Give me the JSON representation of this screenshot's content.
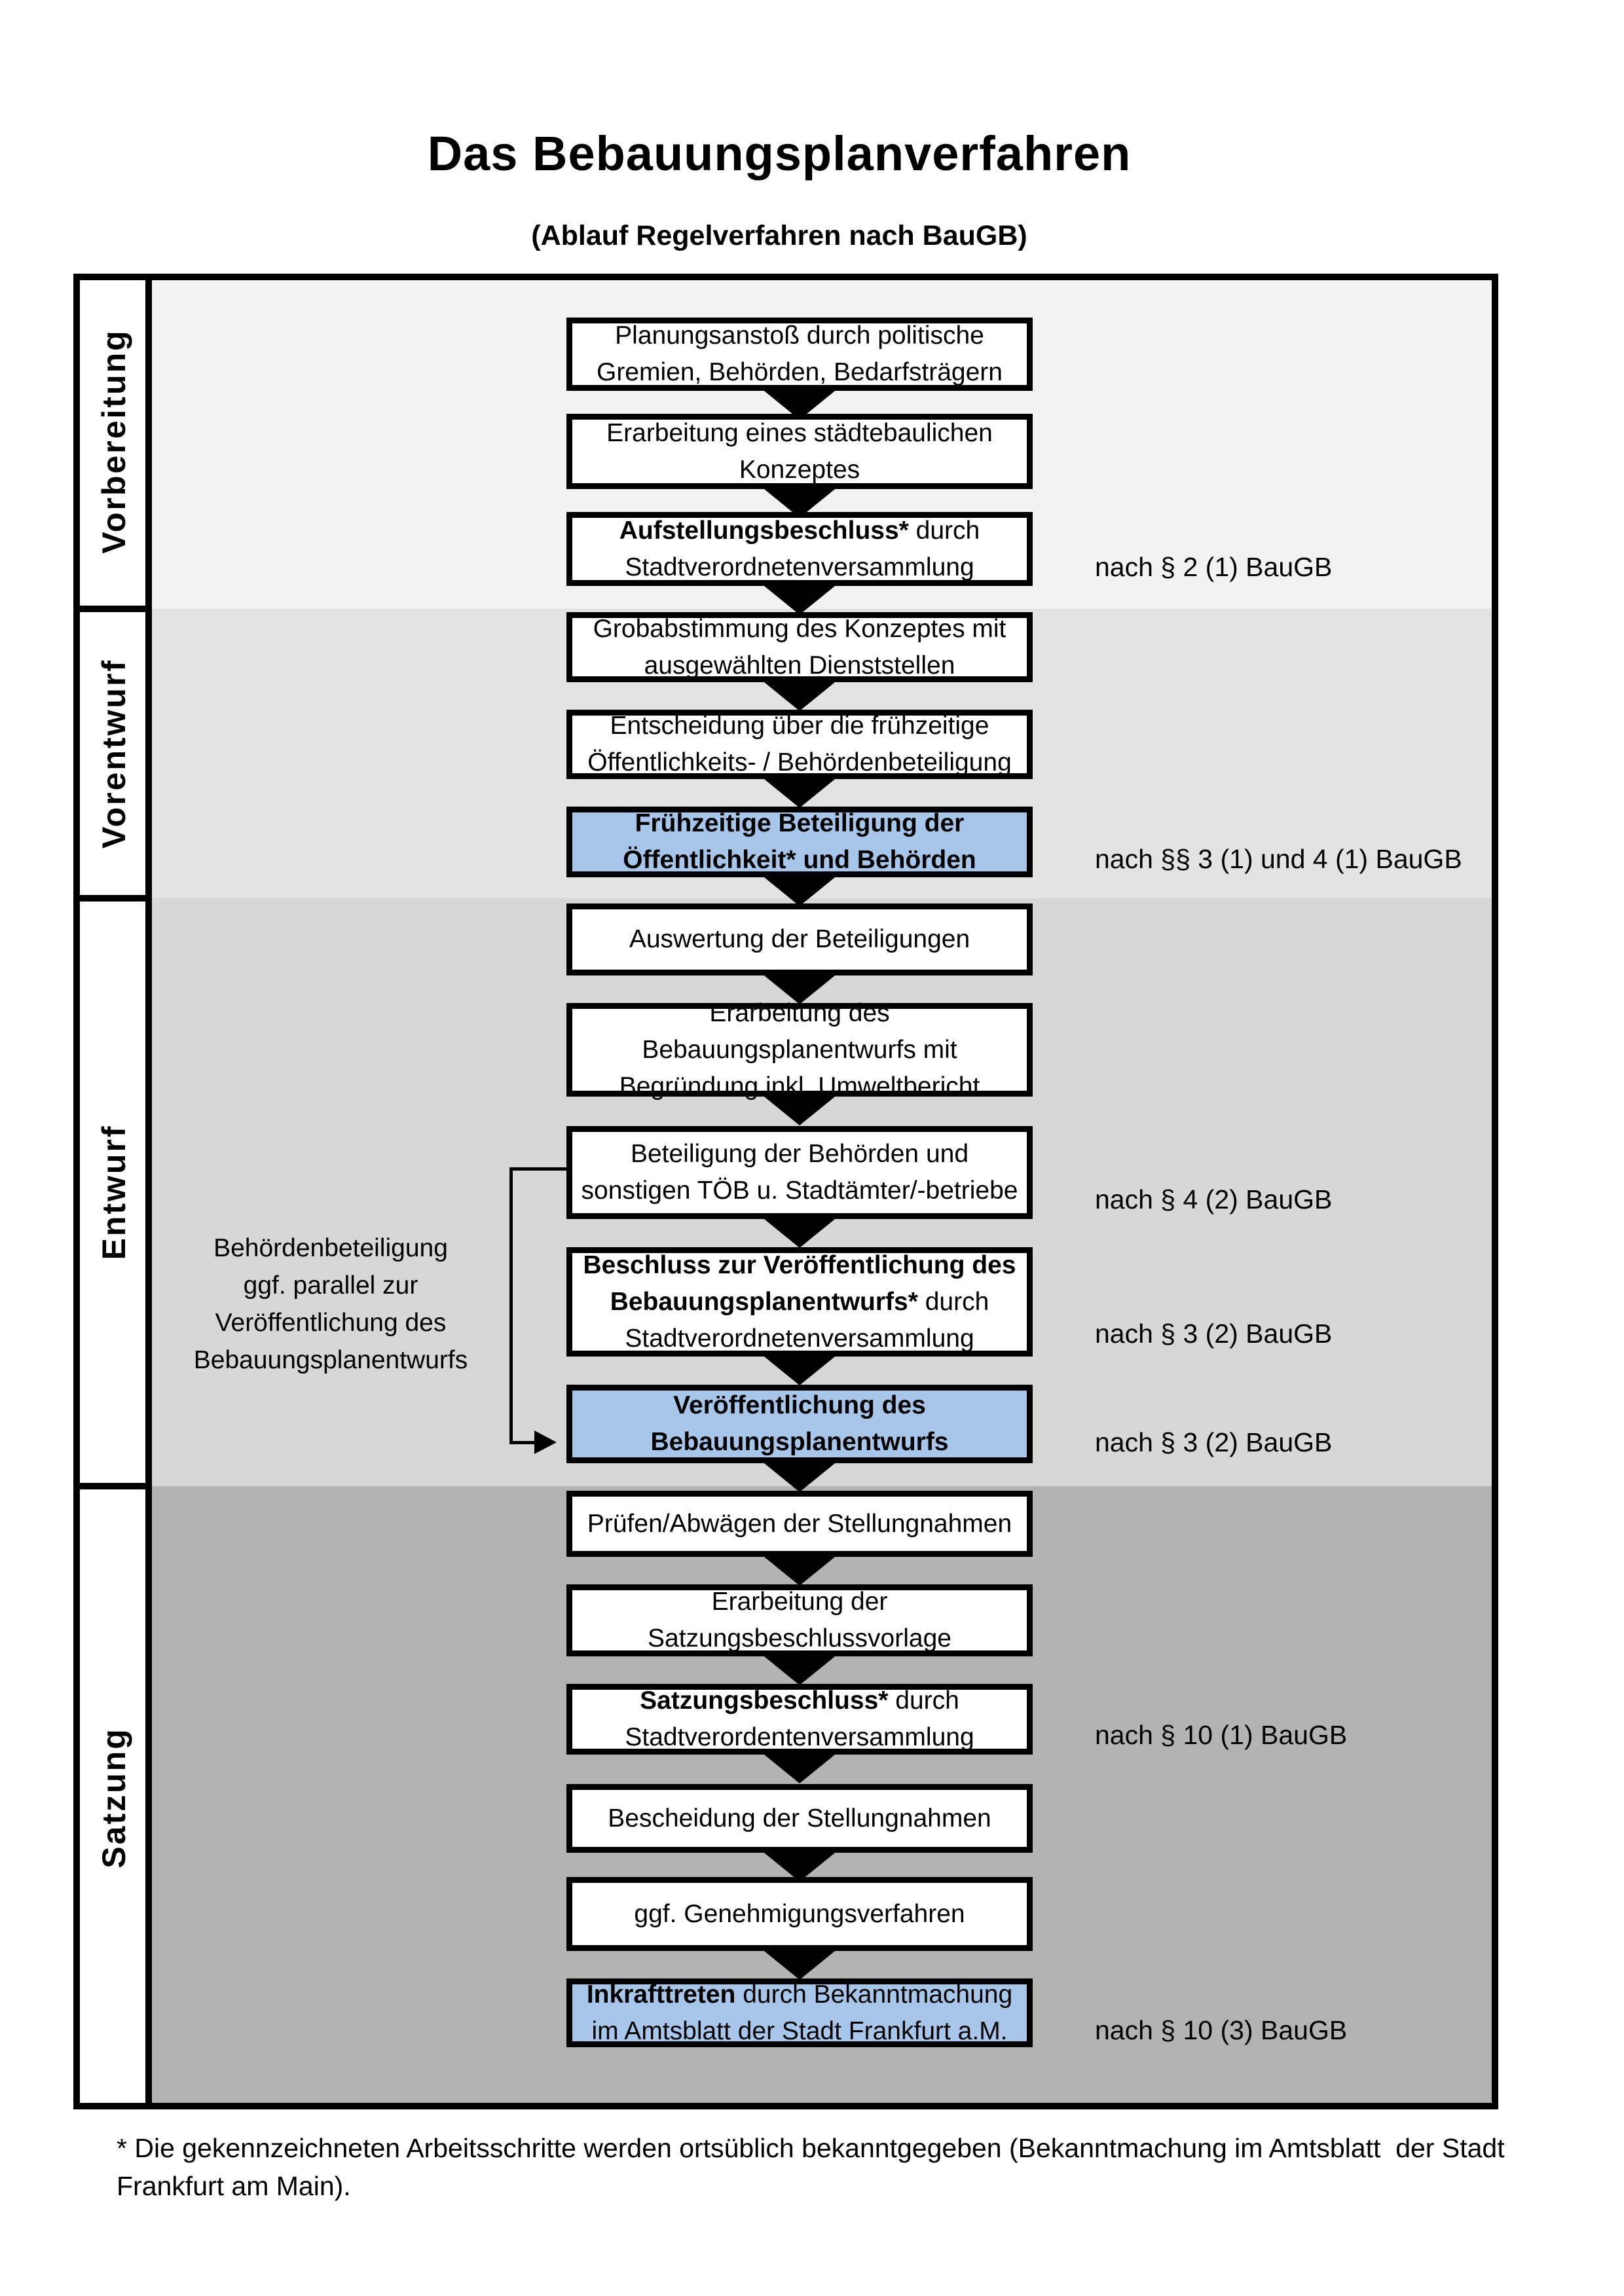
{
  "title": "Das Bebauungsplanverfahren",
  "subtitle": "(Ablauf Regelverfahren nach BauGB)",
  "colors": {
    "highlight_blue": "#a7c6e9",
    "border_black": "#000000",
    "section_bgs": [
      "#f2f2f2",
      "#e3e3e3",
      "#d7d7d7",
      "#b3b3b3"
    ]
  },
  "sections": [
    {
      "label": "Vorbereitung"
    },
    {
      "label": "Vorentwurf"
    },
    {
      "label": "Entwurf"
    },
    {
      "label": "Satzung"
    }
  ],
  "boxes": [
    {
      "highlighted": false,
      "lines": [
        [
          {
            "t": "Planungsanstoß durch politische"
          }
        ],
        [
          {
            "t": "Gremien, Behörden, Bedarfsträgern"
          }
        ]
      ]
    },
    {
      "highlighted": false,
      "lines": [
        [
          {
            "t": "Erarbeitung eines städtebaulichen"
          }
        ],
        [
          {
            "t": "Konzeptes"
          }
        ]
      ]
    },
    {
      "highlighted": false,
      "lines": [
        [
          {
            "t": "Aufstellungsbeschluss*",
            "b": true
          },
          {
            "t": " durch"
          }
        ],
        [
          {
            "t": "Stadtverordnetenversammlung"
          }
        ]
      ]
    },
    {
      "highlighted": false,
      "lines": [
        [
          {
            "t": "Grobabstimmung des Konzeptes mit"
          }
        ],
        [
          {
            "t": "ausgewählten Dienststellen"
          }
        ]
      ]
    },
    {
      "highlighted": false,
      "lines": [
        [
          {
            "t": "Entscheidung über die frühzeitige"
          }
        ],
        [
          {
            "t": "Öffentlichkeits- / Behördenbeteiligung"
          }
        ]
      ]
    },
    {
      "highlighted": true,
      "lines": [
        [
          {
            "t": "Frühzeitige Beteiligung der",
            "b": true
          }
        ],
        [
          {
            "t": "Öffentlichkeit* und Behörden",
            "b": true
          }
        ]
      ]
    },
    {
      "highlighted": false,
      "lines": [
        [
          {
            "t": "Auswertung der Beteiligungen"
          }
        ]
      ]
    },
    {
      "highlighted": false,
      "lines": [
        [
          {
            "t": "Erarbeitung des"
          }
        ],
        [
          {
            "t": "Bebauungsplanentwurfs mit"
          }
        ],
        [
          {
            "t": "Begründung inkl. Umweltbericht"
          }
        ]
      ]
    },
    {
      "highlighted": false,
      "lines": [
        [
          {
            "t": "Beteiligung der Behörden und"
          }
        ],
        [
          {
            "t": "sonstigen TÖB u. Stadtämter/-betriebe"
          }
        ]
      ]
    },
    {
      "highlighted": false,
      "lines": [
        [
          {
            "t": "Beschluss zur Veröffentlichung des",
            "b": true
          }
        ],
        [
          {
            "t": "Bebauungsplanentwurfs*",
            "b": true
          },
          {
            "t": " durch"
          }
        ],
        [
          {
            "t": "Stadtverordnetenversammlung"
          }
        ]
      ]
    },
    {
      "highlighted": true,
      "lines": [
        [
          {
            "t": "Veröffentlichung des",
            "b": true
          }
        ],
        [
          {
            "t": "Bebauungsplanentwurfs",
            "b": true
          }
        ]
      ]
    },
    {
      "highlighted": false,
      "lines": [
        [
          {
            "t": "Prüfen/Abwägen der Stellungnahmen"
          }
        ]
      ]
    },
    {
      "highlighted": false,
      "lines": [
        [
          {
            "t": "Erarbeitung der"
          }
        ],
        [
          {
            "t": "Satzungsbeschlussvorlage"
          }
        ]
      ]
    },
    {
      "highlighted": false,
      "lines": [
        [
          {
            "t": "Satzungsbeschluss*",
            "b": true
          },
          {
            "t": " durch"
          }
        ],
        [
          {
            "t": "Stadtverordentenversammlung"
          }
        ]
      ]
    },
    {
      "highlighted": false,
      "lines": [
        [
          {
            "t": "Bescheidung der Stellungnahmen"
          }
        ]
      ]
    },
    {
      "highlighted": false,
      "lines": [
        [
          {
            "t": "ggf. Genehmigungsverfahren"
          }
        ]
      ]
    },
    {
      "highlighted": true,
      "lines": [
        [
          {
            "t": "Inkrafttreten",
            "b": true
          },
          {
            "t": " durch Bekanntmachung"
          }
        ],
        [
          {
            "t": "im Amtsblatt der Stadt Frankfurt a.M."
          }
        ]
      ]
    }
  ],
  "right_annotations": [
    {
      "text": "nach § 2 (1) BauGB"
    },
    {
      "text": "nach §§ 3 (1) und 4 (1) BauGB"
    },
    {
      "text": "nach § 4 (2) BauGB"
    },
    {
      "text": "nach § 3 (2) BauGB"
    },
    {
      "text": "nach § 3 (2) BauGB"
    },
    {
      "text": "nach § 10 (1) BauGB"
    },
    {
      "text": "nach § 10 (3) BauGB"
    }
  ],
  "side_note": {
    "lines": [
      [
        {
          "t": "Behördenbeteiligung"
        }
      ],
      [
        {
          "t": "ggf. parallel zur"
        }
      ],
      [
        {
          "t": "Veröffentlichung des"
        }
      ],
      [
        {
          "t": "Bebauungsplanentwurfs"
        }
      ]
    ]
  },
  "footnote": {
    "lines": [
      [
        {
          "t": "* Die gekennzeichneten Arbeitsschritte werden ortsüblich bekanntgegeben (Bekanntmachung im Amtsblatt  der Stadt"
        }
      ],
      [
        {
          "t": "Frankfurt am Main)."
        }
      ]
    ]
  }
}
